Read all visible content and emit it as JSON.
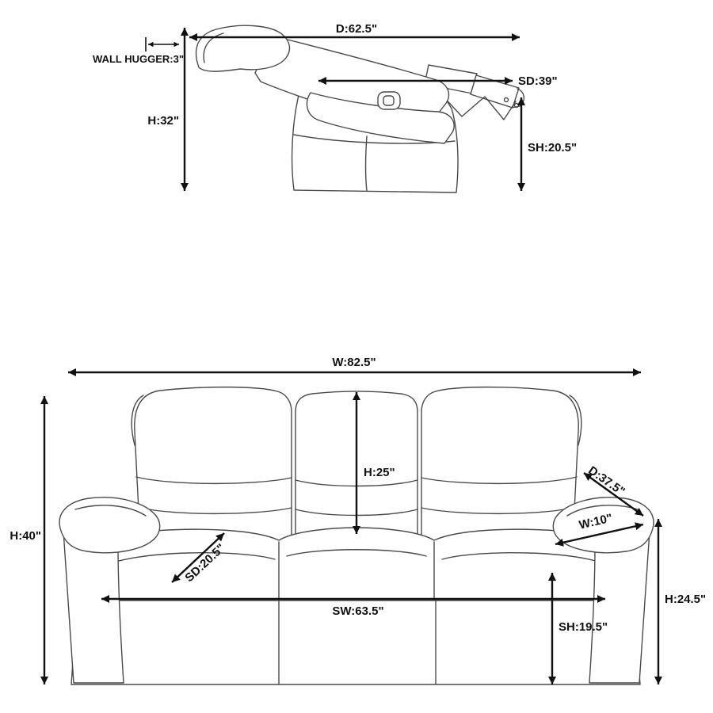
{
  "colors": {
    "background": "#ffffff",
    "line_art": "#4a4a4a",
    "dimension": "#111111"
  },
  "recliner": {
    "view": "recliner side view dimension diagram",
    "labels": {
      "depth": "D:62.5\"",
      "wall_hugger": "WALL HUGGER:3\"",
      "height": "H:32\"",
      "seat_depth": "SD:39\"",
      "seat_height": "SH:20.5\""
    }
  },
  "sofa": {
    "view": "reclining sofa front view dimension diagram",
    "labels": {
      "width": "W:82.5\"",
      "back_height": "H:25\"",
      "depth": "D:37.5\"",
      "arm_width": "W:10\"",
      "height": "H:40\"",
      "seat_depth": "SD:20.5\"",
      "seat_width": "SW:63.5\"",
      "seat_height": "SH:19.5\"",
      "arm_height": "H:24.5\""
    }
  }
}
